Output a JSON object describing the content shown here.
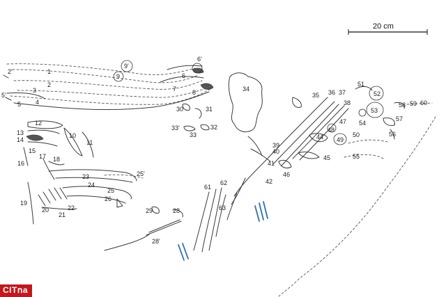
{
  "scale_bar": {
    "label": "20 cm"
  },
  "figure_labels": [
    "1",
    "2",
    "2'",
    "3",
    "4",
    "5",
    "5'",
    "6",
    "6'",
    "7",
    "8",
    "9",
    "9'",
    "10",
    "11",
    "12",
    "13",
    "14",
    "15",
    "16",
    "17",
    "18",
    "19",
    "20",
    "21",
    "22",
    "23",
    "24",
    "25",
    "25'",
    "26",
    "28",
    "28'",
    "29",
    "30",
    "31",
    "32",
    "33",
    "33'",
    "34",
    "35",
    "36",
    "37",
    "38",
    "39",
    "40",
    "41",
    "42",
    "44",
    "45",
    "46",
    "47",
    "48",
    "49",
    "50",
    "51",
    "52",
    "53",
    "54",
    "55",
    "56",
    "57",
    "58",
    "59",
    "60",
    "61",
    "62",
    "63"
  ],
  "watermark": {
    "text": "CIT𝗇a"
  }
}
